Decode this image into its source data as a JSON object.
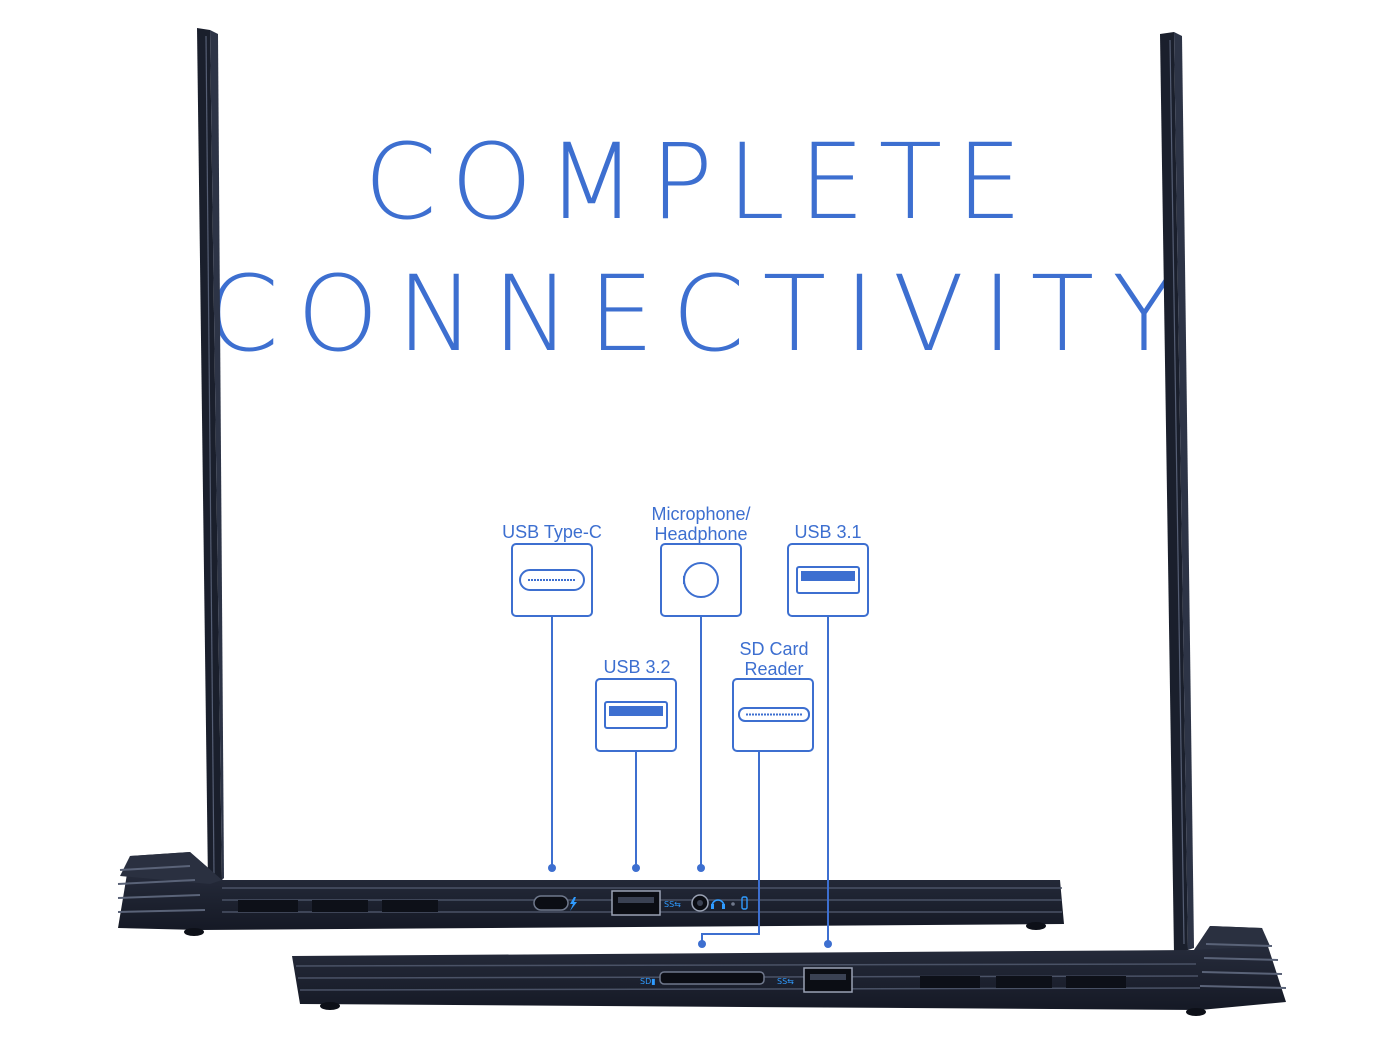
{
  "headline": {
    "line1": "COMPLETE",
    "line2": "CONNECTIVITY"
  },
  "callouts": {
    "usb_type_c": "USB Type-C",
    "microphone": "Microphone/",
    "headphone": "Headphone",
    "usb_3_1": "USB 3.1",
    "usb_3_2": "USB 3.2",
    "sd_card": "SD Card",
    "reader": "Reader"
  },
  "colors": {
    "accent": "#3d6fd0",
    "laptop_body": "#1d2230",
    "laptop_edge": "#3a4153",
    "port_glow": "#2f9bff"
  },
  "icons": [
    "usb-type-c-icon",
    "audio-jack-icon",
    "usb-a-icon",
    "sd-card-slot-icon",
    "thunderbolt-icon",
    "headset-icon",
    "battery-indicator-icon"
  ]
}
